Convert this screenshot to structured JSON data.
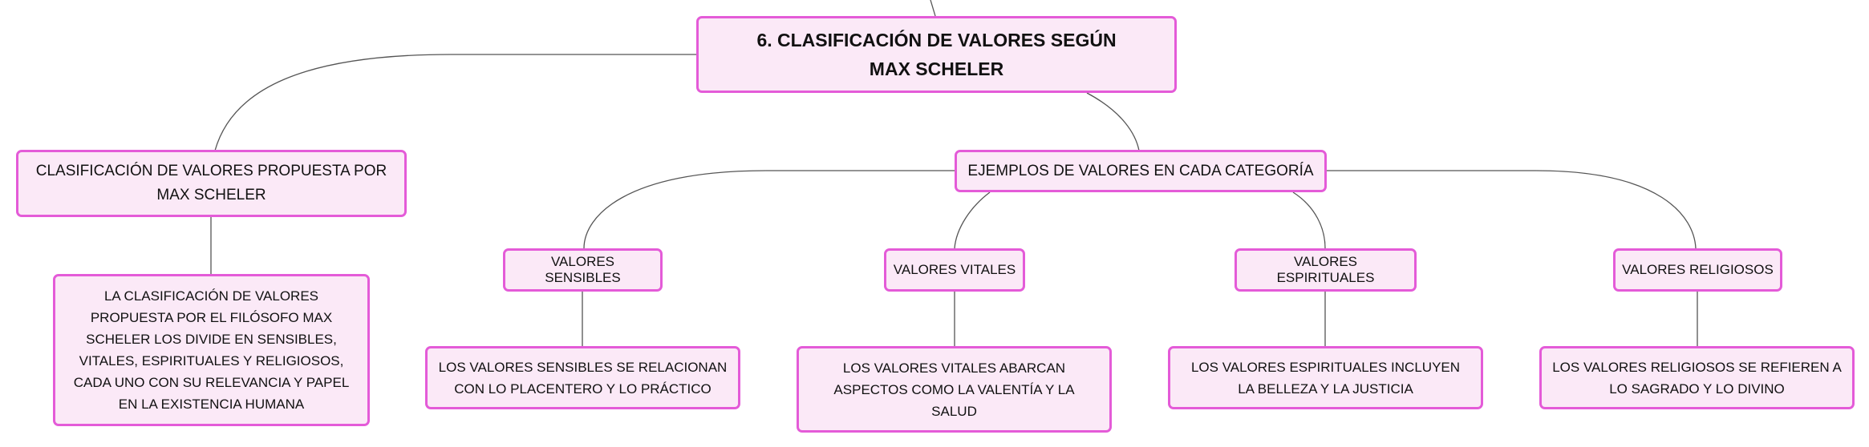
{
  "diagram": {
    "root": {
      "label": "6. CLASIFICACIÓN DE VALORES SEGÚN MAX SCHELER"
    },
    "left_branch": {
      "label": "CLASIFICACIÓN DE VALORES PROPUESTA POR MAX SCHELER",
      "detail": "LA CLASIFICACIÓN DE VALORES PROPUESTA POR EL FILÓSOFO MAX SCHELER LOS DIVIDE EN SENSIBLES, VITALES, ESPIRITUALES Y RELIGIOSOS, CADA UNO CON SU RELEVANCIA Y PAPEL EN LA EXISTENCIA HUMANA"
    },
    "right_branch": {
      "label": "EJEMPLOS DE VALORES EN CADA CATEGORÍA",
      "categories": [
        {
          "label": "VALORES SENSIBLES",
          "detail": "LOS VALORES SENSIBLES SE RELACIONAN CON LO PLACENTERO Y LO PRÁCTICO"
        },
        {
          "label": "VALORES VITALES",
          "detail": "LOS VALORES VITALES ABARCAN ASPECTOS COMO LA VALENTÍA Y LA SALUD"
        },
        {
          "label": "VALORES ESPIRITUALES",
          "detail": "LOS VALORES ESPIRITUALES INCLUYEN LA BELLEZA Y LA JUSTICIA"
        },
        {
          "label": "VALORES RELIGIOSOS",
          "detail": "LOS VALORES RELIGIOSOS SE REFIEREN A LO SAGRADO Y LO DIVINO"
        }
      ]
    },
    "colors": {
      "node_fill": "#fbe9f7",
      "node_border": "#e45bd8",
      "connector": "#555555",
      "text": "#111111"
    }
  }
}
